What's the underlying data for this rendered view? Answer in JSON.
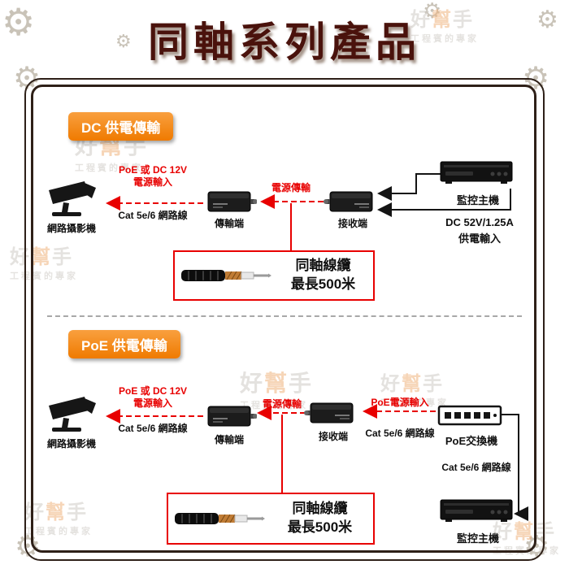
{
  "title": "同軸系列產品",
  "watermark": {
    "brand_pre": "好",
    "brand_mid": "幫",
    "brand_post": "手",
    "tagline": "工程賓的專家"
  },
  "colors": {
    "accent_orange": "#ef7a00",
    "alert_red": "#e80000",
    "title_maroon": "#4a120c"
  },
  "sections": {
    "dc": {
      "badge": "DC 供電傳輸",
      "camera": "網路攝影機",
      "power_in_l1": "PoE 或 DC 12V",
      "power_in_l2": "電源輸入",
      "cat_cable": "Cat 5e/6 網路線",
      "transmitter": "傳輸端",
      "power_link": "電源傳輸",
      "receiver": "接收端",
      "host": "監控主機",
      "dc_supply_l1": "DC 52V/1.25A",
      "dc_supply_l2": "供電輸入",
      "coax_l1": "同軸線纜",
      "coax_l2": "最長500米"
    },
    "poe": {
      "badge": "PoE 供電傳輸",
      "camera": "網路攝影機",
      "power_in_l1": "PoE 或 DC 12V",
      "power_in_l2": "電源輸入",
      "cat_cable_cam": "Cat 5e/6 網路線",
      "transmitter": "傳輸端",
      "power_link": "電源傳輸",
      "receiver": "接收端",
      "poe_power_in": "PoE電源輸入",
      "cat_cable_switch": "Cat 5e/6 網路線",
      "poe_switch": "PoE交換機",
      "cat_cable_host": "Cat 5e/6 網路線",
      "host": "監控主機",
      "coax_l1": "同軸線纜",
      "coax_l2": "最長500米"
    }
  }
}
